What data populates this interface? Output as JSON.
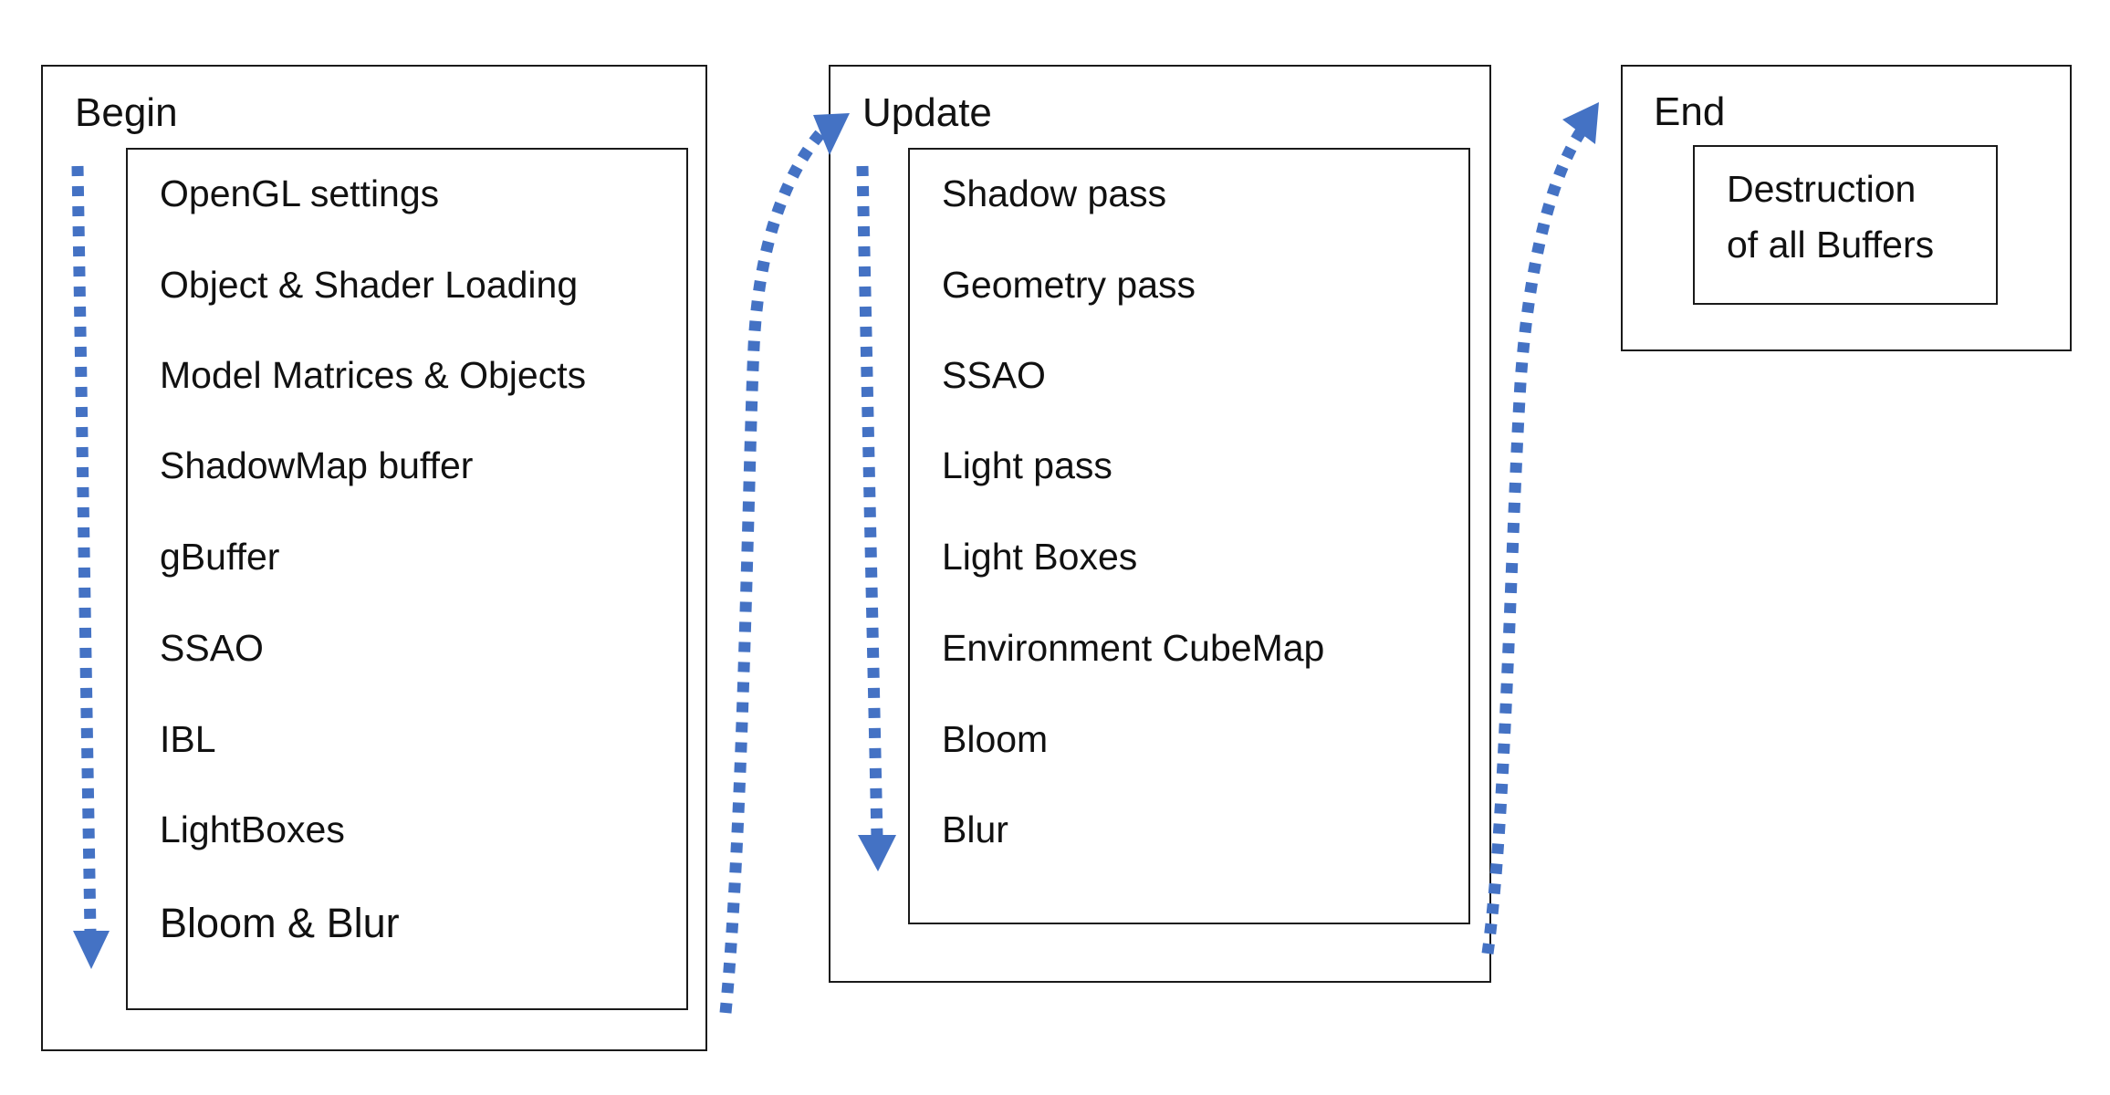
{
  "stages": {
    "begin": {
      "title": "Begin",
      "steps": [
        "OpenGL settings",
        "Object & Shader Loading",
        "Model Matrices & Objects",
        "ShadowMap buffer",
        "gBuffer",
        "SSAO",
        "IBL",
        "LightBoxes",
        "Bloom & Blur"
      ]
    },
    "update": {
      "title": "Update",
      "steps": [
        "Shadow pass",
        "Geometry pass",
        "SSAO",
        "Light pass",
        "Light Boxes",
        "Environment CubeMap",
        "Bloom",
        "Blur"
      ]
    },
    "end": {
      "title": "End",
      "steps": [
        "Destruction",
        "of all Buffers"
      ]
    }
  },
  "arrow_color": "#4472c4",
  "border_color": "#1a1a1a"
}
